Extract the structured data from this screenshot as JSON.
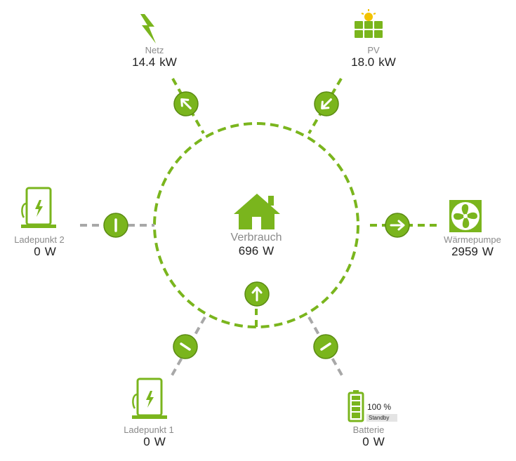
{
  "colors": {
    "green": "#7ab51d",
    "grey": "#a8a8a8",
    "pv_sun": "#f2c200",
    "text": "#222222",
    "label": "#8a8a8a"
  },
  "center": {
    "label": "Verbrauch",
    "value": "696",
    "unit": "W",
    "icon": "house-icon"
  },
  "nodes": {
    "netz": {
      "label": "Netz",
      "value": "14.4",
      "unit": "kW",
      "icon": "lightning-icon",
      "flow": "outgoing"
    },
    "pv": {
      "label": "PV",
      "value": "18.0",
      "unit": "kW",
      "icon": "solar-panel-icon",
      "flow": "incoming"
    },
    "waermepumpe": {
      "label": "Wärmepumpe",
      "value": "2959",
      "unit": "W",
      "icon": "fan-icon",
      "flow": "outgoing"
    },
    "ladepunkt2": {
      "label": "Ladepunkt 2",
      "value": "0",
      "unit": "W",
      "icon": "charger-icon",
      "flow": "idle"
    },
    "ladepunkt1": {
      "label": "Ladepunkt 1",
      "value": "0",
      "unit": "W",
      "icon": "charger-icon",
      "flow": "idle"
    },
    "batterie": {
      "label": "Batterie",
      "value": "0",
      "unit": "W",
      "icon": "battery-icon",
      "flow": "idle",
      "soc": "100 %",
      "status": "Standby"
    }
  }
}
